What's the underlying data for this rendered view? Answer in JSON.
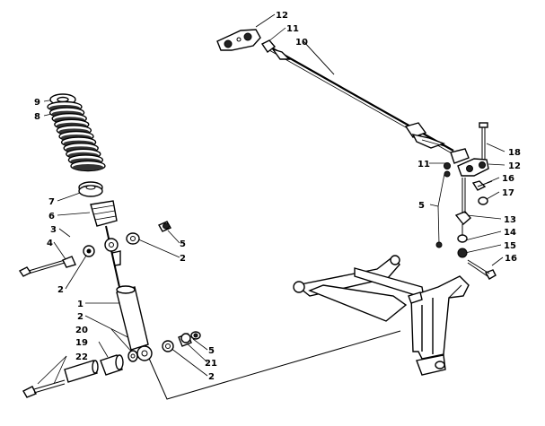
{
  "diagram": {
    "callouts": [
      {
        "id": "c-12-top",
        "text": "12"
      },
      {
        "id": "c-11-top",
        "text": "11"
      },
      {
        "id": "c-10",
        "text": "10"
      },
      {
        "id": "c-9",
        "text": "9"
      },
      {
        "id": "c-8",
        "text": "8"
      },
      {
        "id": "c-18",
        "text": "18"
      },
      {
        "id": "c-11-right",
        "text": "11"
      },
      {
        "id": "c-12-right",
        "text": "12"
      },
      {
        "id": "c-16-right",
        "text": "16"
      },
      {
        "id": "c-17",
        "text": "17"
      },
      {
        "id": "c-7",
        "text": "7"
      },
      {
        "id": "c-6",
        "text": "6"
      },
      {
        "id": "c-5-right",
        "text": "5"
      },
      {
        "id": "c-13",
        "text": "13"
      },
      {
        "id": "c-3",
        "text": "3"
      },
      {
        "id": "c-14",
        "text": "14"
      },
      {
        "id": "c-4",
        "text": "4"
      },
      {
        "id": "c-5-mid",
        "text": "5"
      },
      {
        "id": "c-15",
        "text": "15"
      },
      {
        "id": "c-2-mid",
        "text": "2"
      },
      {
        "id": "c-16-lower",
        "text": "16"
      },
      {
        "id": "c-2-left",
        "text": "2"
      },
      {
        "id": "c-1",
        "text": "1"
      },
      {
        "id": "c-2-lower",
        "text": "2"
      },
      {
        "id": "c-20",
        "text": "20"
      },
      {
        "id": "c-19",
        "text": "19"
      },
      {
        "id": "c-5-lower",
        "text": "5"
      },
      {
        "id": "c-22",
        "text": "22"
      },
      {
        "id": "c-21",
        "text": "21"
      },
      {
        "id": "c-2-bottom",
        "text": "2"
      }
    ]
  }
}
